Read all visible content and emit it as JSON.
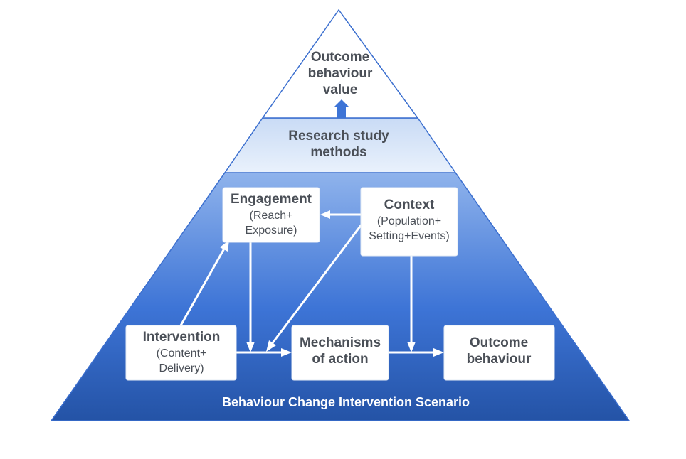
{
  "pyramid": {
    "top": {
      "lines": [
        "Outcome",
        "behaviour",
        "value"
      ]
    },
    "middle": {
      "lines": [
        "Research study",
        "methods"
      ]
    },
    "base": {
      "caption": "Behaviour Change Intervention Scenario"
    }
  },
  "nodes": {
    "engagement": {
      "title": "Engagement",
      "sub": [
        "(Reach+",
        "Exposure)"
      ]
    },
    "context": {
      "title": "Context",
      "sub": [
        "(Population+",
        "Setting+Events)"
      ]
    },
    "intervention": {
      "title": "Intervention",
      "sub": [
        "(Content+",
        "Delivery)"
      ]
    },
    "mechanisms": {
      "title_lines": [
        "Mechanisms",
        "of action"
      ]
    },
    "outcome": {
      "title_lines": [
        "Outcome",
        "behaviour"
      ]
    }
  },
  "colors": {
    "base_top": "#8fb3ec",
    "base_mid": "#3d74d6",
    "base_bottom": "#2453a6",
    "middle_tier_top": "#c9dbf5",
    "middle_tier_bottom": "#e9f1fc",
    "outline": "#3b6fcf",
    "up_arrow": "#3d74d6"
  }
}
